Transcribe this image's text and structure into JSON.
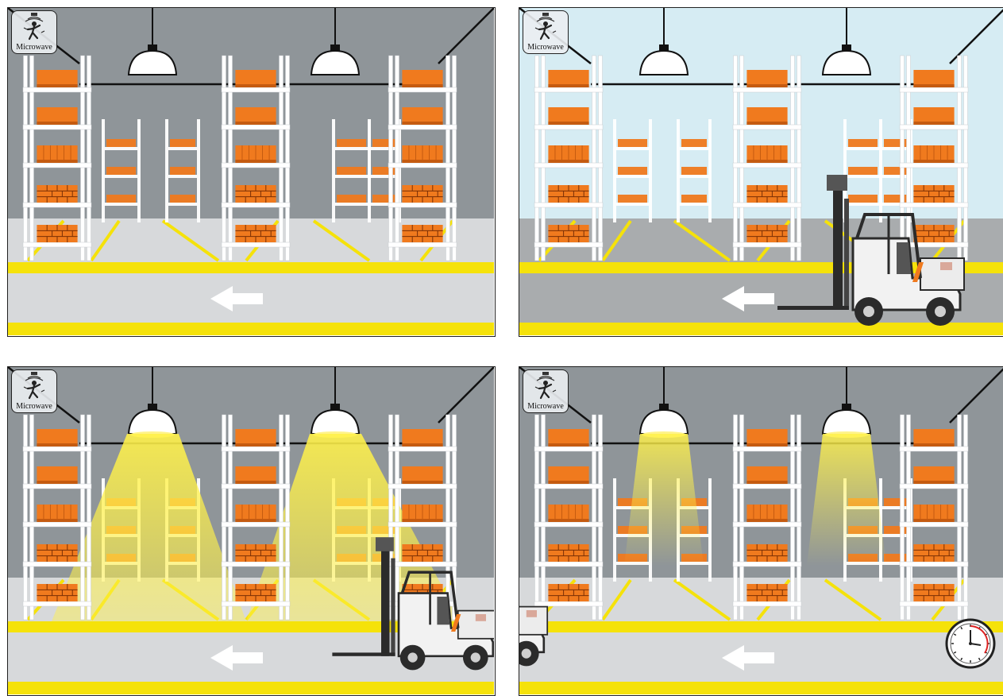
{
  "sensor_label": "Microwave",
  "colors": {
    "wall_dark": "#8f9599",
    "wall_light": "#d6ecf3",
    "floor": "#d7d9db",
    "floor_dark": "#a9acae",
    "lane_yellow": "#f5e20a",
    "box_orange": "#f07a1e",
    "rack_white": "#ffffff",
    "light_beam": "#fff14a",
    "lamp": "#ffffff",
    "forklift": "#2b2b2b"
  },
  "panels": [
    {
      "id": "panel-1",
      "wall": "dark",
      "lamps_on": false,
      "beam": "none",
      "forklift": "none",
      "clock": false,
      "arrow": "left"
    },
    {
      "id": "panel-2",
      "wall": "light",
      "lamps_on": false,
      "beam": "none",
      "forklift": "entering-right",
      "clock": false,
      "arrow": "left"
    },
    {
      "id": "panel-3",
      "wall": "dark",
      "lamps_on": true,
      "beam": "wide",
      "forklift": "right",
      "clock": false,
      "arrow": "left"
    },
    {
      "id": "panel-4",
      "wall": "dark",
      "lamps_on": true,
      "beam": "narrow",
      "forklift": "leaving-left",
      "clock": true,
      "arrow": "left"
    }
  ]
}
